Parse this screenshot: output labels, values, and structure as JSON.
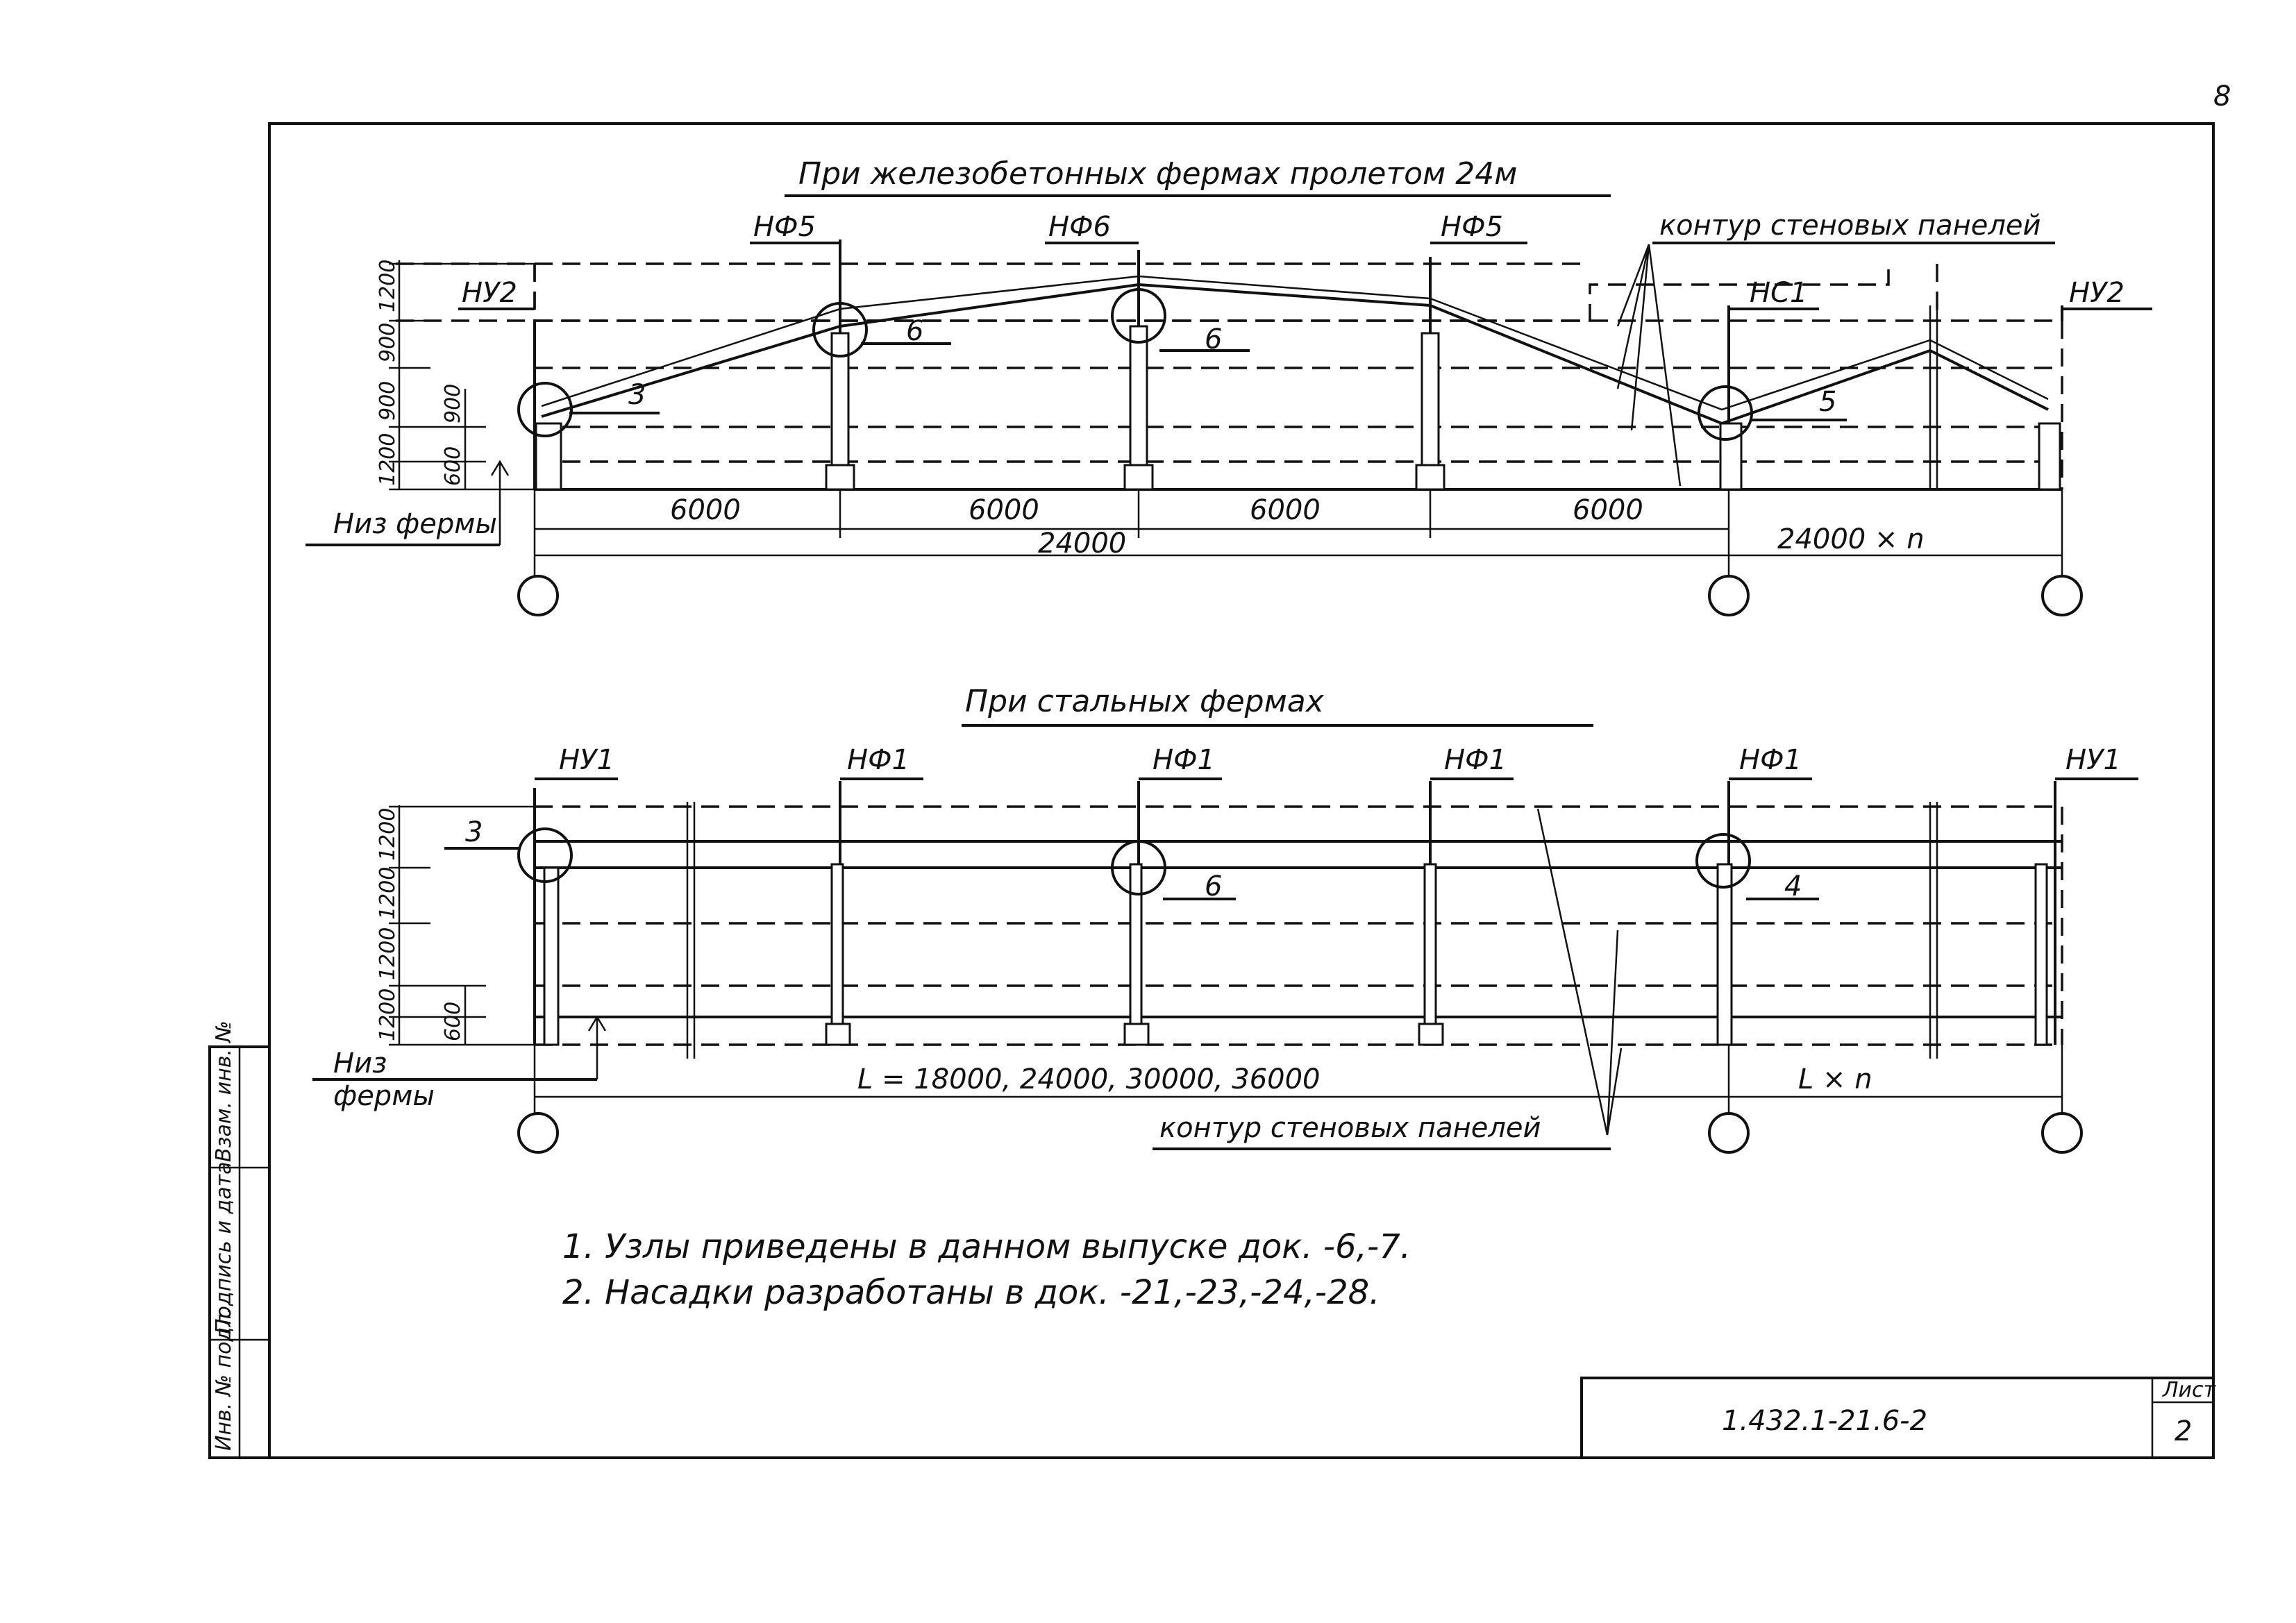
{
  "page_number": "8",
  "top": {
    "title": "При  железобетонных  фермах  пролетом  24м",
    "wall_contour_label": "контур стеновых панелей",
    "column_labels": [
      "НУ2",
      "НФ5",
      "НФ6",
      "НФ5",
      "НС1",
      "НУ2"
    ],
    "node_labels": [
      "3",
      "6",
      "6",
      "5"
    ],
    "level_dims": [
      "1200",
      "900",
      "900",
      "1200",
      "900",
      "600"
    ],
    "bottom_chord_label": "Низ фермы",
    "spans": [
      "6000",
      "6000",
      "6000",
      "6000"
    ],
    "total_span": "24000",
    "repeat_span": "24000 × n"
  },
  "bottom": {
    "title": "При  стальных  фермах",
    "column_labels": [
      "НУ1",
      "НФ1",
      "НФ1",
      "НФ1",
      "НФ1",
      "НУ1"
    ],
    "node_labels": [
      "3",
      "6",
      "4"
    ],
    "level_dims": [
      "1200",
      "1200",
      "1200",
      "1200",
      "600"
    ],
    "bottom_chord_label_1": "Низ",
    "bottom_chord_label_2": "фермы",
    "span_text": "L = 18000,  24000, 30000,  36000",
    "repeat_span": "L × n",
    "wall_contour_label": "контур стеновых панелей"
  },
  "notes": [
    "1. Узлы приведены в данном выпуске док. -6,-7.",
    "2. Насадки разработаны в док. -21,-23,-24,-28."
  ],
  "stamp": {
    "code": "1.432.1-21.6-2",
    "sheet_label": "Лист",
    "sheet_number": "2"
  },
  "side_stamp": [
    "Инв. № подл.",
    "Подпись и дата",
    "Взам. инв. №"
  ]
}
